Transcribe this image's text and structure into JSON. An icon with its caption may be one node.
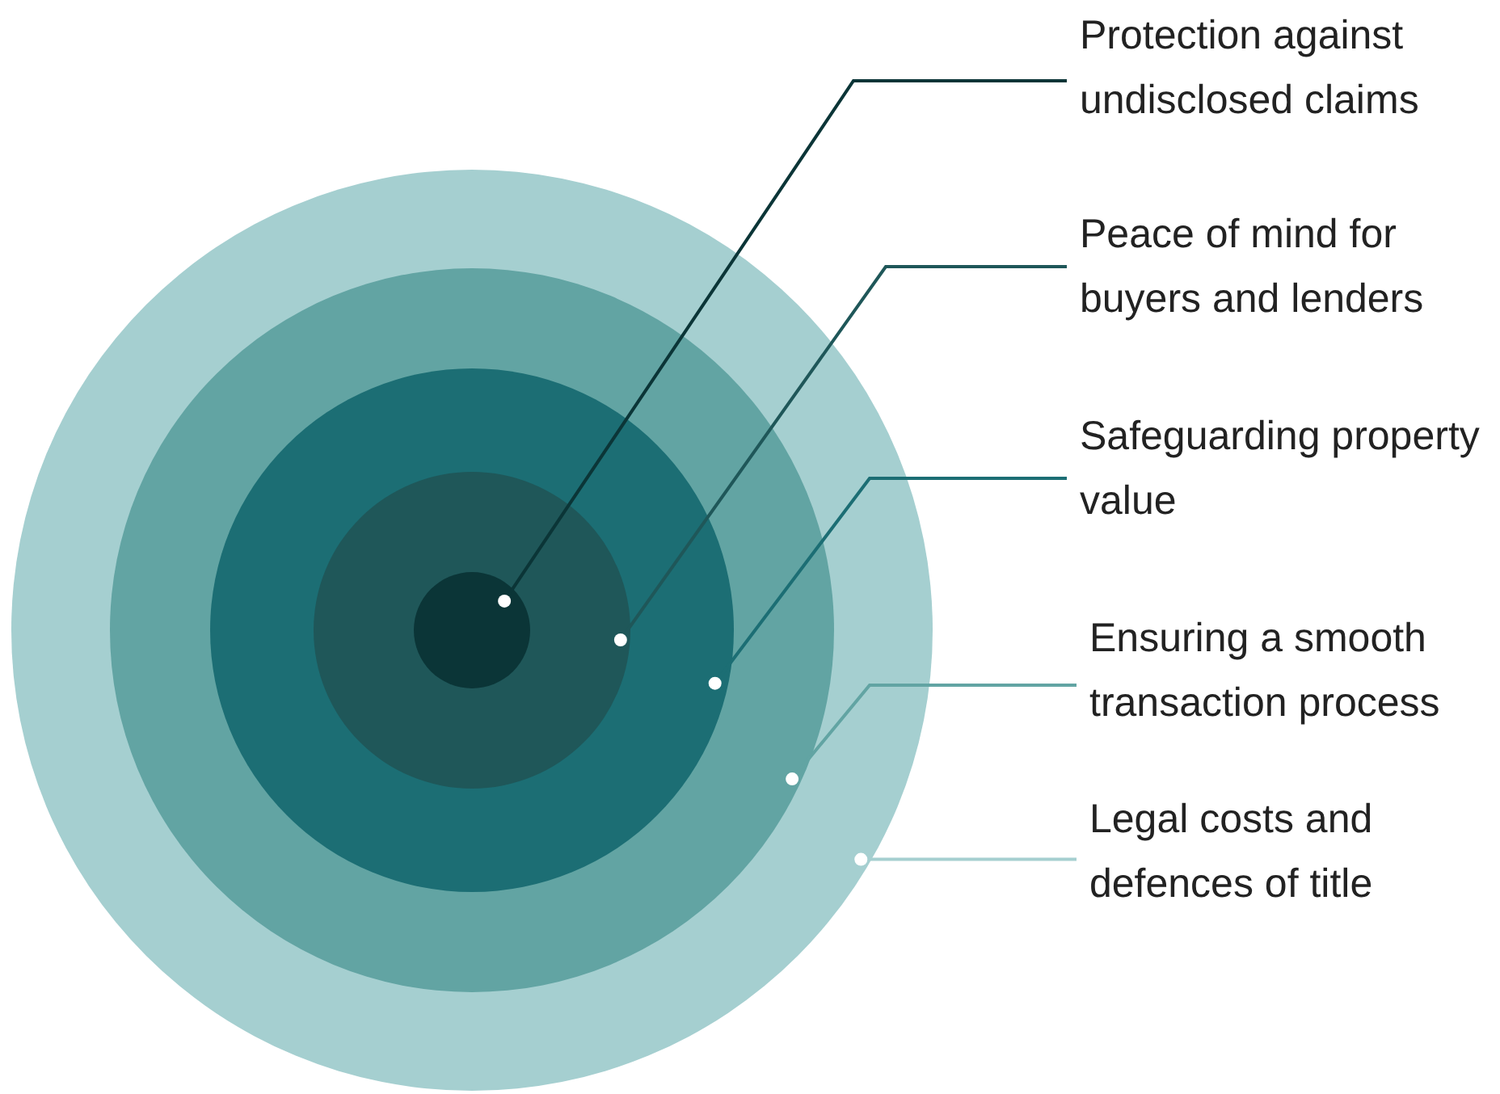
{
  "diagram": {
    "nodes": [
      {
        "text": [],
        "shape": "circle"
      },
      {
        "text": [],
        "shape": "circle",
        "in": 0
      },
      {
        "text": [],
        "shape": "circle",
        "in": 1
      },
      {
        "text": [],
        "shape": "circle",
        "in": 2
      },
      {
        "text": [],
        "shape": "circle",
        "in": 3
      },
      {
        "text": [
          "Protection against undisclosed claims"
        ]
      },
      {
        "text": [
          "Peace of mind for buyers and lenders"
        ]
      },
      {
        "text": [
          "Safeguarding property value"
        ]
      },
      {
        "text": [
          "Ensuring a smooth transaction process"
        ]
      },
      {
        "text": [
          "Legal costs and defences of title"
        ]
      }
    ],
    "edges": [
      {
        "from": 5,
        "to": 4,
        "arrow": "none",
        "color": "#0b3537"
      },
      {
        "from": 6,
        "to": 3,
        "arrow": "none",
        "color": "#1f5759"
      },
      {
        "from": 7,
        "to": 2,
        "arrow": "none",
        "color": "#1c6e74"
      },
      {
        "from": 8,
        "to": 1,
        "arrow": "none",
        "color": "#62a4a3"
      },
      {
        "from": 9,
        "to": 0,
        "arrow": "none",
        "color": "#a5cfd0"
      }
    ]
  }
}
